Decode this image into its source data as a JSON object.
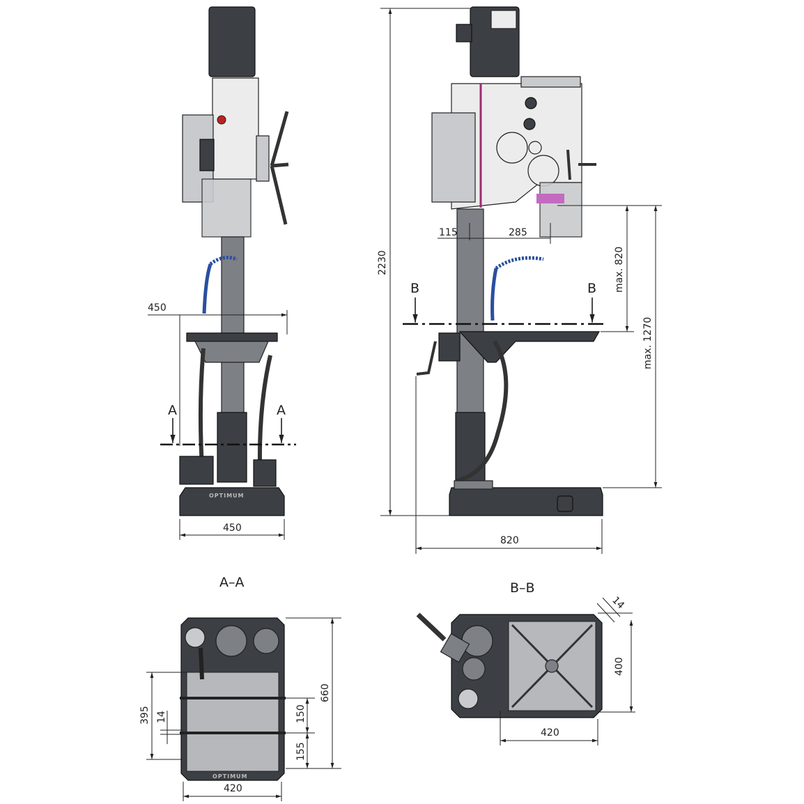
{
  "title": "Drill press dimension drawing",
  "brand": "OPTIMUM",
  "front_view": {
    "width_top": "450",
    "width_base": "450",
    "section_mark_left": "A",
    "section_mark_right": "A"
  },
  "side_view": {
    "height_total": "2230",
    "column_offset": "115",
    "spindle_offset": "285",
    "spindle_to_table": "max. 820",
    "spindle_to_base": "max. 1270",
    "section_mark_left": "B",
    "section_mark_right": "B",
    "depth_base": "820"
  },
  "section_aa": {
    "label": "A–A",
    "dim_395": "395",
    "dim_14": "14",
    "dim_150": "150",
    "dim_155": "155",
    "dim_660": "660",
    "dim_420": "420"
  },
  "section_bb": {
    "label": "B–B",
    "dim_14": "14",
    "dim_400": "400",
    "dim_420": "420"
  },
  "colors": {
    "dark": "#3c3f44",
    "light": "#c9cacd",
    "accent": "#9b2d6f",
    "hose": "#2b4f9e",
    "nozzle": "#d9774a"
  }
}
